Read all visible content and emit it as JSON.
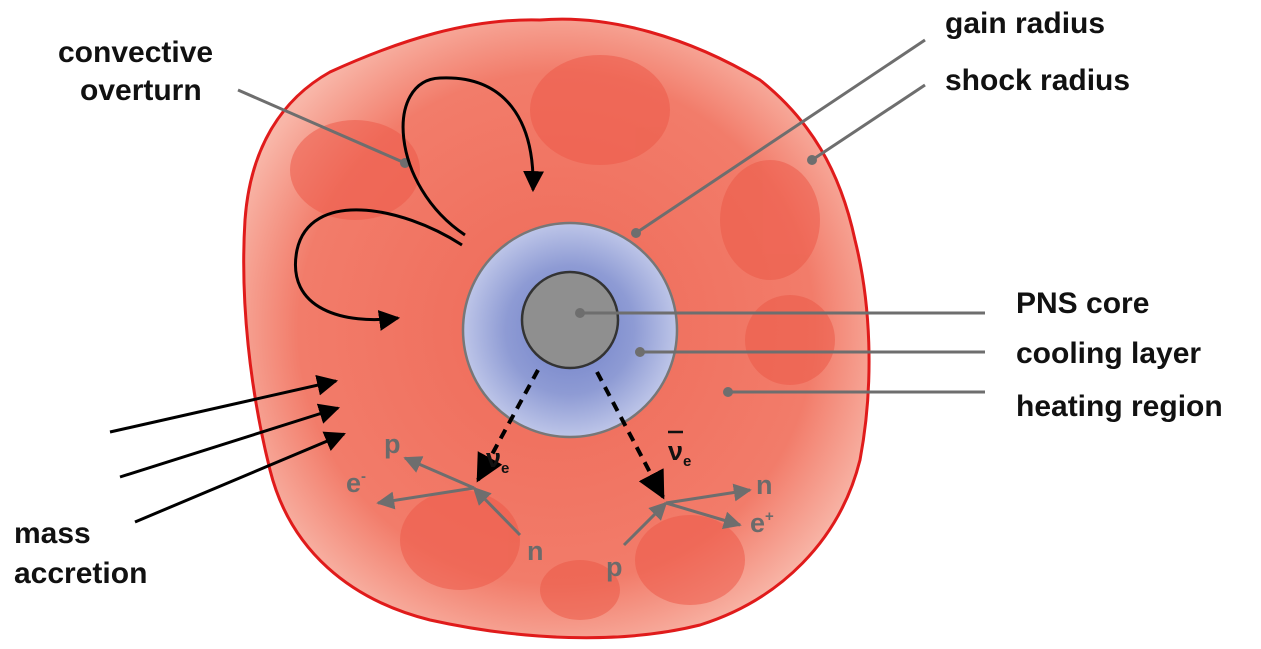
{
  "labels": {
    "convective_overturn": [
      "convective",
      "overturn"
    ],
    "gain_radius": "gain radius",
    "shock_radius": "shock radius",
    "pns_core": "PNS core",
    "cooling_layer": "cooling layer",
    "heating_region": "heating region",
    "mass_accretion": [
      "mass",
      "accretion"
    ]
  },
  "reactions": {
    "left": {
      "proton": "p",
      "electron": "e",
      "electron_charge": "-",
      "neutron": "n",
      "neutrino": "ν",
      "flavor": "e"
    },
    "right": {
      "proton": "p",
      "positron": "e",
      "positron_charge": "+",
      "neutron": "n",
      "neutrino": "ν",
      "flavor": "e"
    }
  },
  "colors": {
    "shock_outline": "#e01b1b",
    "shocked_matter": "#f07060",
    "cooling_layer": "#aab4e0",
    "pns_core": "#8f8f8f",
    "leader_lines": "#6e6e6e",
    "arrows": "#000000"
  }
}
